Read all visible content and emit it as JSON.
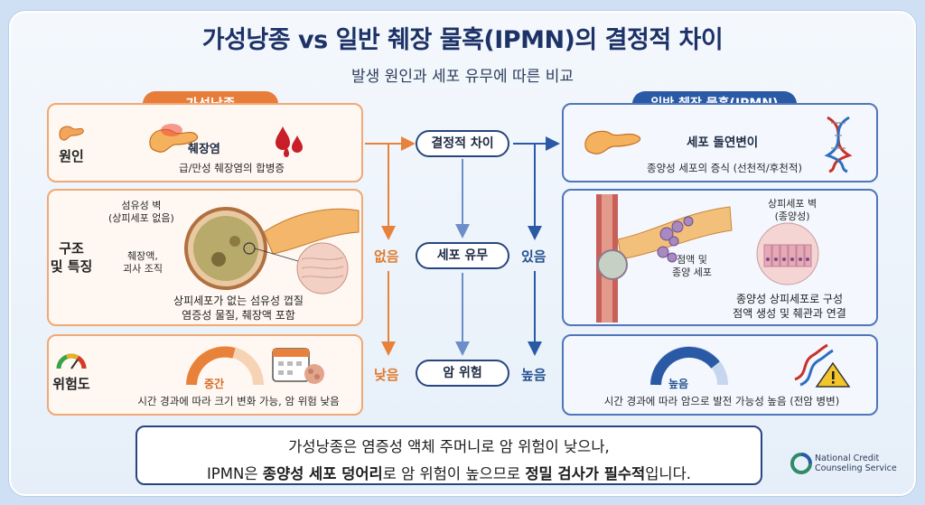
{
  "title": "가성낭종 vs 일반 췌장 물혹(IPMN)의 결정적 차이",
  "subtitle": "발생 원인과 세포 유무에 따른 비교",
  "left_header": "가성낭종",
  "right_header": "일반 췌장 물혹(IPMN)",
  "rows": {
    "cause": "원인",
    "structure_line1": "구조",
    "structure_line2": "및 특징",
    "risk": "위험도"
  },
  "left": {
    "cause_title": "췌장염",
    "cause_desc": "급/만성 췌장염의 합병증",
    "struct_label1_line1": "섬유성 벽",
    "struct_label1_line2": "(상피세포 없음)",
    "struct_label2_line1": "췌장액,",
    "struct_label2_line2": "괴사 조직",
    "struct_desc1": "상피세포가 없는 섬유성 껍질",
    "struct_desc2": "염증성 물질, 췌장액 포함",
    "risk_gauge": "중간",
    "risk_desc": "시간 경과에 따라 크기 변화 가능, 암 위험 낮음"
  },
  "right": {
    "cause_title": "세포 돌연변이",
    "cause_desc": "종양성 세포의 증식 (선천적/후천적)",
    "struct_label1_line1": "상피세포 벽",
    "struct_label1_line2": "(종양성)",
    "struct_label2_line1": "점액 및",
    "struct_label2_line2": "종양 세포",
    "struct_desc1": "종양성 상피세포로 구성",
    "struct_desc2": "점액 생성 및 췌관과 연결",
    "risk_gauge": "높음",
    "risk_desc": "시간 경과에 따라 암으로 발전 가능성 높음 (전암 병변)"
  },
  "center": {
    "decisive": "결정적 차이",
    "cell": "세포 유무",
    "cancer": "암 위험",
    "left_cell": "없음",
    "right_cell": "있음",
    "left_risk": "낮음",
    "right_risk": "높음"
  },
  "bottom": {
    "line1": "가성낭종은 염증성 액체 주머니로 암 위험이 낮으나,",
    "line2_a": "IPMN은 ",
    "line2_b": "종양성 세포 덩어리",
    "line2_c": "로 암 위험이 높으므로 ",
    "line2_d": "정밀 검사가 필수적",
    "line2_e": "입니다."
  },
  "logo": {
    "line1": "National Credit",
    "line2": "Counseling Service"
  },
  "colors": {
    "orange": "#e87d3a",
    "blue": "#2a5aa6",
    "navy": "#1d3266"
  }
}
